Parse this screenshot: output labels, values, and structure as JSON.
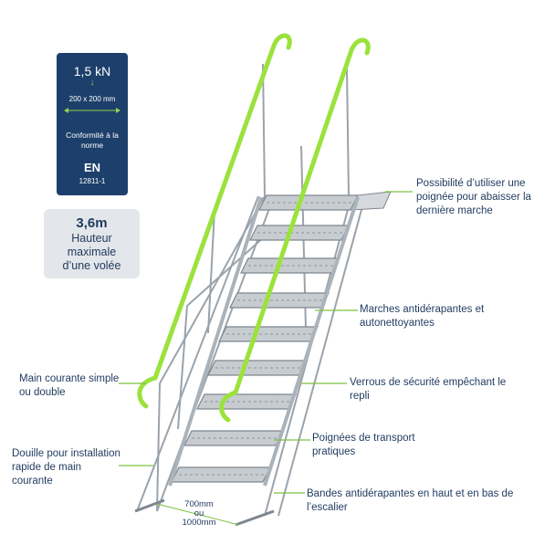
{
  "certification_badge": {
    "load": "1,5 kN",
    "arrow": "↓",
    "area": "200 x 200 mm",
    "conformity": "Conformité à la norme",
    "standard": "EN",
    "standard_number": "12811-1"
  },
  "height_badge": {
    "value": "3,6m",
    "text": "Hauteur maximale d’une volée"
  },
  "callouts": {
    "last_step_handle": "Possibilité d’utiliser une poignée pour abaisser la dernière marche",
    "anti_slip_steps": "Marches antidérapantes et autonettoyantes",
    "safety_locks": "Verrous de sécurité empêchant le repli",
    "handrail": "Main courante simple ou double",
    "carry_handles": "Poignées de transport pratiques",
    "handrail_socket": "Douille pour installation rapide de main courante",
    "anti_slip_strips": "Bandes antidérapantes en haut et en bas de l’escalier"
  },
  "width_dimension": {
    "option_1": "700mm",
    "separator": "ou",
    "option_2": "1000mm"
  },
  "colors": {
    "badge_blue": "#1d3f6b",
    "accent_green": "#8fd14f",
    "leader_line": "#7cc242",
    "text": "#1f3a5f",
    "height_badge_bg": "#e3e6ea",
    "handrail_green": "#9be23c",
    "aluminium": "#c7ccd1"
  }
}
